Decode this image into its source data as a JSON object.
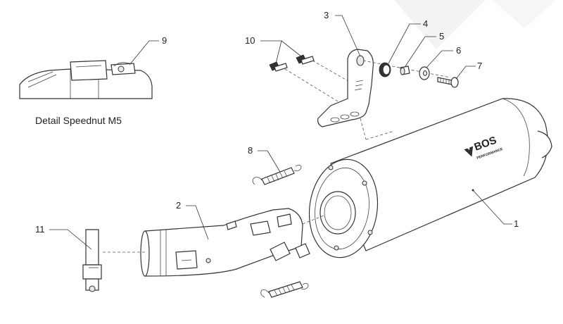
{
  "diagram": {
    "detail_caption": "Detail Speednut M5",
    "brand": {
      "name": "BOS",
      "tagline": "PERFORMANCE"
    },
    "callouts": [
      "1",
      "2",
      "3",
      "4",
      "5",
      "6",
      "7",
      "8",
      "9",
      "10",
      "11"
    ],
    "colors": {
      "line": "#333333",
      "watermark": "#f0f0f0"
    }
  }
}
